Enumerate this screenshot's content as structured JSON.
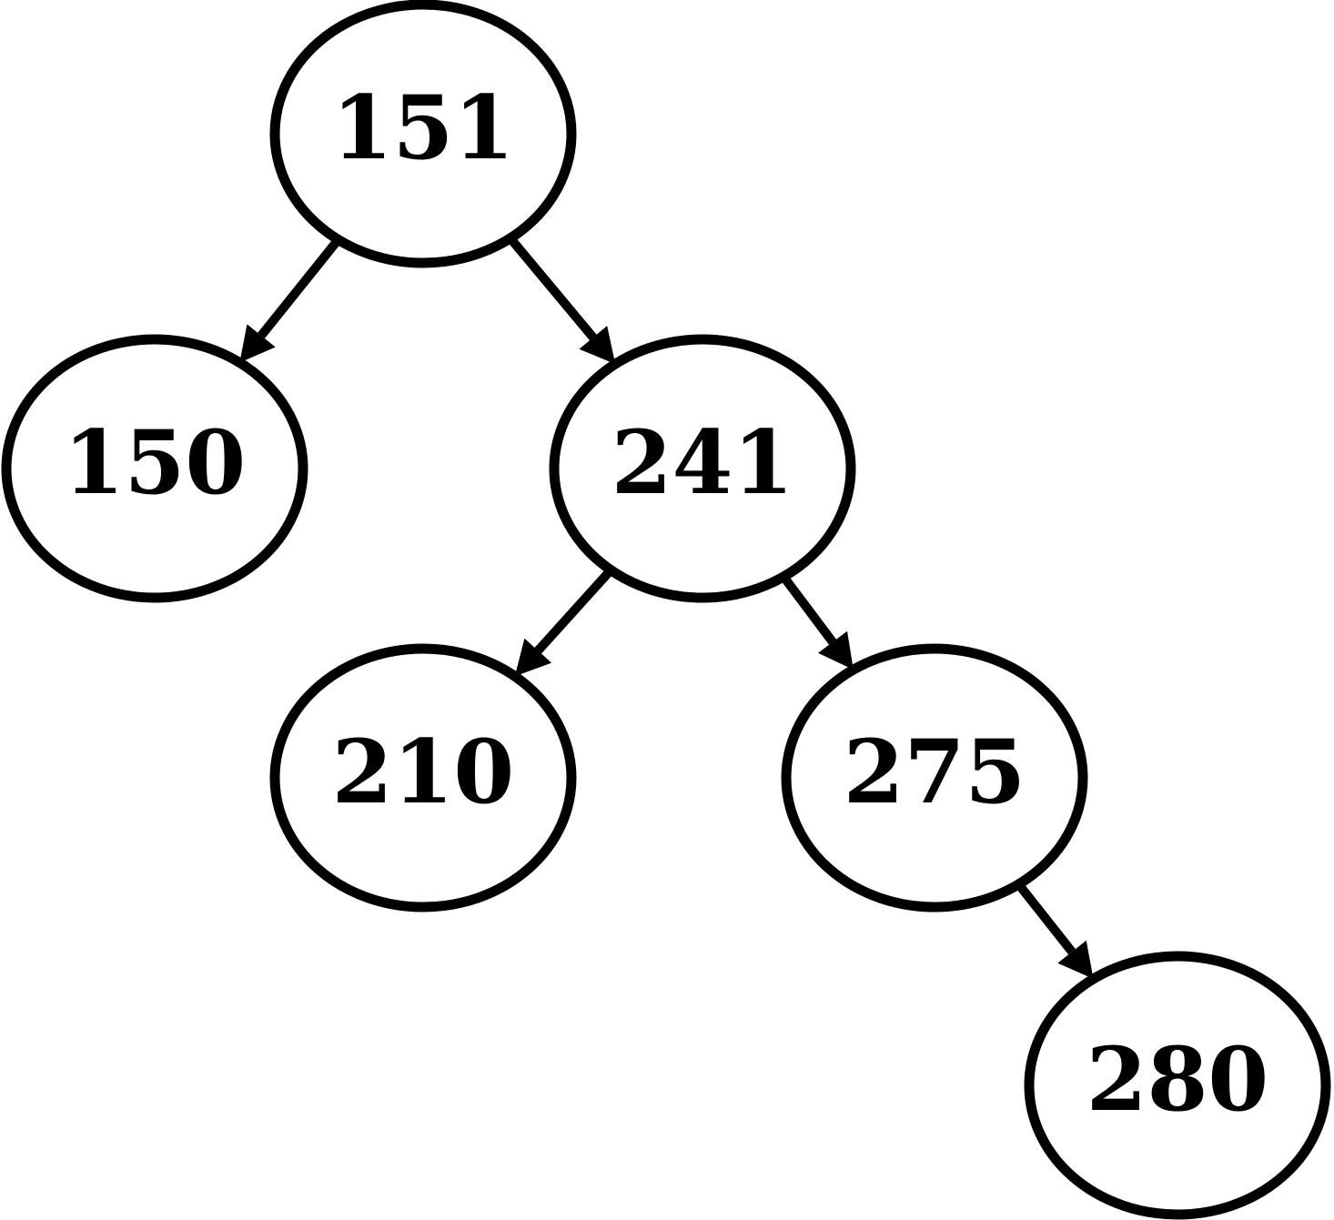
{
  "diagram": {
    "type": "binary-search-tree",
    "colors": {
      "stroke": "#000000",
      "fill": "#ffffff",
      "text": "#000000"
    },
    "nodes": [
      {
        "id": "n151",
        "label": "151"
      },
      {
        "id": "n150",
        "label": "150"
      },
      {
        "id": "n241",
        "label": "241"
      },
      {
        "id": "n210",
        "label": "210"
      },
      {
        "id": "n275",
        "label": "275"
      },
      {
        "id": "n280",
        "label": "280"
      }
    ],
    "edges": [
      {
        "from": "n151",
        "to": "n150"
      },
      {
        "from": "n151",
        "to": "n241"
      },
      {
        "from": "n241",
        "to": "n210"
      },
      {
        "from": "n241",
        "to": "n275"
      },
      {
        "from": "n275",
        "to": "n280"
      }
    ]
  }
}
